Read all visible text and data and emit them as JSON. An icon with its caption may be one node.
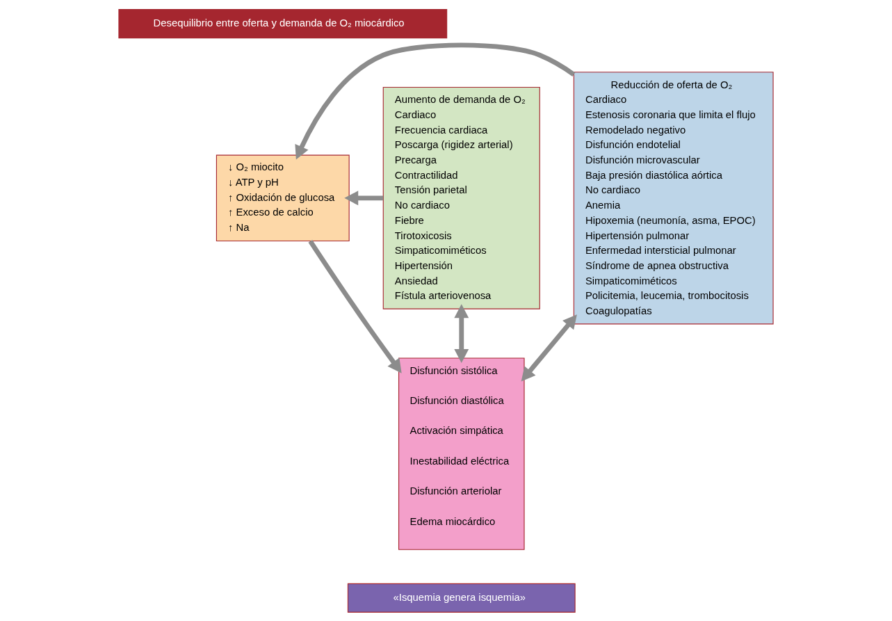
{
  "diagram": {
    "nodes": [
      {
        "text": [
          "Desequilibrio entre oferta y demanda de O₂ miocárdico"
        ]
      },
      {
        "text": [
          "Aumento de demanda de O₂",
          "Cardiaco",
          "Frecuencia cardiaca",
          "Poscarga (rigidez arterial)",
          "Precarga",
          "Contractilidad",
          "Tensión parietal",
          "No cardiaco",
          "Fiebre",
          "Tirotoxicosis",
          "Simpaticomiméticos",
          "Hipertensión",
          "Ansiedad",
          "Fístula arteriovenosa"
        ]
      },
      {
        "text": [
          "↓ O₂ miocito",
          "↓ ATP y pH",
          "↑ Oxidación de glucosa",
          "↑ Exceso de calcio",
          "↑ Na"
        ]
      },
      {
        "text": [
          "Reducción de oferta de O₂",
          "Cardiaco",
          "Estenosis coronaria que limita el flujo",
          "Remodelado negativo",
          "Disfunción endotelial",
          "Disfunción microvascular",
          "Baja presión diastólica aórtica",
          "No cardiaco",
          "Anemia",
          "Hipoxemia (neumonía, asma, EPOC)",
          "Hipertensión pulmonar",
          "Enfermedad intersticial pulmonar",
          "Síndrome de apnea obstructiva",
          "Simpaticomiméticos",
          "Policitemia, leucemia, trombocitosis",
          "Coagulopatías"
        ]
      },
      {
        "text": [
          "Disfunción sistólica",
          "Disfunción diastólica",
          "Activación simpática",
          "Inestabilidad eléctrica",
          "Disfunción arteriolar",
          "Edema miocárdico"
        ]
      },
      {
        "text": [
          "«Isquemia genera isquemia»"
        ]
      }
    ],
    "edges": [
      {
        "from": 1,
        "to": 2,
        "arrow": "to"
      },
      {
        "from": 3,
        "to": 2,
        "arrow": "to"
      },
      {
        "from": 2,
        "to": 4,
        "arrow": "to"
      },
      {
        "from": 1,
        "to": 4,
        "arrow": "both"
      },
      {
        "from": 3,
        "to": 4,
        "arrow": "both"
      }
    ]
  }
}
